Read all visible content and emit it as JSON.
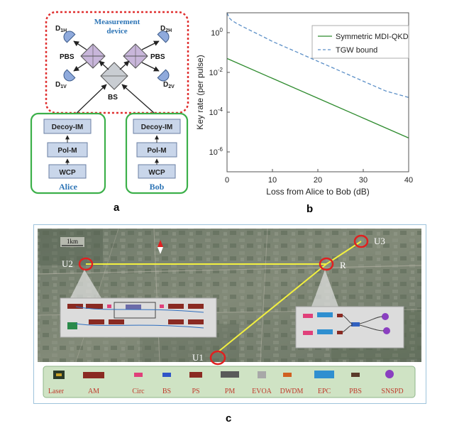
{
  "panel_a": {
    "measurement_title_line1": "Measurement",
    "measurement_title_line2": "device",
    "detectors": {
      "d1h": "D",
      "d1h_sub": "1H",
      "d1v": "D",
      "d1v_sub": "1V",
      "d2h": "D",
      "d2h_sub": "2H",
      "d2v": "D",
      "d2v_sub": "2V"
    },
    "pbs_left": "PBS",
    "pbs_right": "PBS",
    "bs": "BS",
    "alice": {
      "decoy": "Decoy-IM",
      "polm": "Pol-M",
      "wcp": "WCP",
      "name": "Alice"
    },
    "bob": {
      "decoy": "Decoy-IM",
      "polm": "Pol-M",
      "wcp": "WCP",
      "name": "Bob"
    },
    "colors": {
      "measurement_border": "#e03030",
      "party_border": "#3cb04a",
      "box_fill": "#c9d6ea",
      "title_blue": "#2e75b6"
    }
  },
  "panel_b": {
    "chart_data": {
      "type": "line",
      "xlabel": "Loss from Alice to Bob (dB)",
      "ylabel": "Key rate (per pulse)",
      "xlim": [
        0,
        40
      ],
      "ylim_log10": [
        -7,
        1
      ],
      "y_scale": "log",
      "x_ticks": [
        "0",
        "10",
        "20",
        "30",
        "40"
      ],
      "y_ticks": [
        {
          "base": "10",
          "exp": "0"
        },
        {
          "base": "10",
          "exp": "-2"
        },
        {
          "base": "10",
          "exp": "-4"
        },
        {
          "base": "10",
          "exp": "-6"
        }
      ],
      "legend_position": "top-right",
      "series": [
        {
          "name": "Symmetric MDI-QKD",
          "color": "#2e8b2e",
          "style": "solid",
          "x": [
            0,
            10,
            20,
            30,
            40
          ],
          "y": [
            0.05,
            0.005,
            0.0005,
            5e-05,
            5e-06
          ]
        },
        {
          "name": "TGW bound",
          "color": "#5b8fc7",
          "style": "dashed",
          "x": [
            0,
            0.5,
            1,
            2,
            3,
            5,
            8,
            10,
            15,
            20,
            25,
            30,
            35,
            40
          ],
          "y": [
            10,
            5.5,
            4.2,
            3.0,
            2.3,
            1.35,
            0.62,
            0.36,
            0.115,
            0.036,
            0.0115,
            0.0036,
            0.00115,
            0.00055
          ]
        }
      ]
    }
  },
  "panel_c": {
    "scale_label": "1km",
    "nodes": {
      "u1": "U1",
      "u2": "U2",
      "u3": "U3",
      "r": "R"
    },
    "legend": [
      "Laser",
      "AM",
      "Circ",
      "BS",
      "PS",
      "PM",
      "EVOA",
      "DWDM",
      "EPC",
      "PBS",
      "SNSPD"
    ],
    "colors": {
      "link": "#f2f040",
      "node_ring": "#e02020",
      "legend_text": "#c0392b",
      "frame": "#9ec3dc"
    }
  },
  "labels": {
    "a": "a",
    "b": "b",
    "c": "c"
  }
}
